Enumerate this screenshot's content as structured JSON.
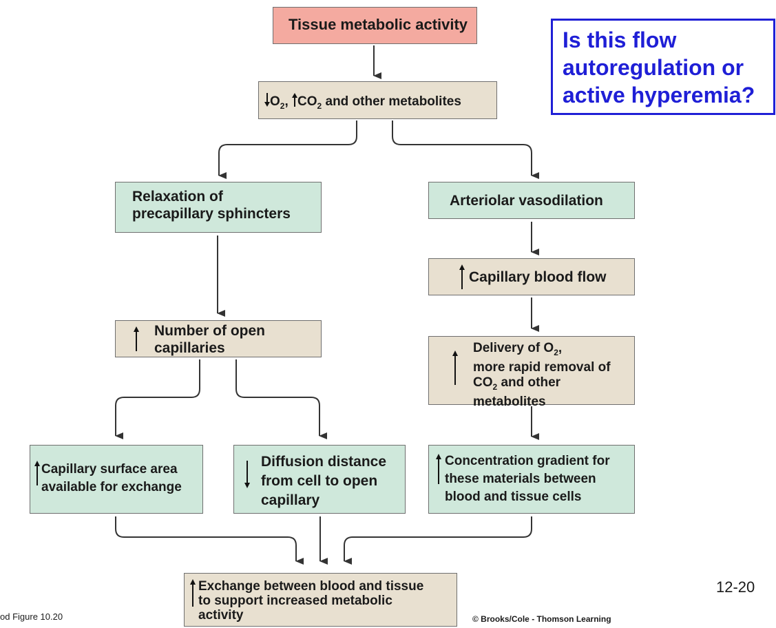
{
  "boxes": {
    "tissue": "Tissue metabolic activity",
    "metabolites": {
      "o2": "O",
      "o2_sub": "2",
      "sep": ", ",
      "co2": "CO",
      "co2_sub": "2",
      "rest": " and other metabolites"
    },
    "relaxation": [
      "Relaxation of",
      "precapillary sphincters"
    ],
    "vasodilation": "Arteriolar vasodilation",
    "capillary_flow": "Capillary blood flow",
    "open_caps": [
      "Number of open",
      "capillaries"
    ],
    "delivery": {
      "line1_a": "Delivery of O",
      "line1_sub": "2",
      "line1_b": ",",
      "line2": "more rapid removal of",
      "line3_a": "CO",
      "line3_sub": "2",
      "line3_b": " and other",
      "line4": "metabolites"
    },
    "surface": [
      "Capillary surface area",
      "available for exchange"
    ],
    "diffusion": [
      "Diffusion distance",
      "from cell to open",
      "capillary"
    ],
    "gradient": [
      "Concentration gradient for",
      "these materials between",
      "blood and tissue cells"
    ],
    "exchange": [
      "Exchange between blood and tissue",
      "to support increased metabolic",
      "activity"
    ]
  },
  "question": [
    "Is this flow",
    "autoregulation or",
    "active hyperemia?"
  ],
  "slide_number": "12-20",
  "source": "od Figure 10.20",
  "copyright": "© Brooks/Cole - Thomson Learning",
  "colors": {
    "pink": "#f4aaa0",
    "tan": "#e8e0d0",
    "green": "#cfe8db",
    "question_blue": "#1f1fd6"
  }
}
